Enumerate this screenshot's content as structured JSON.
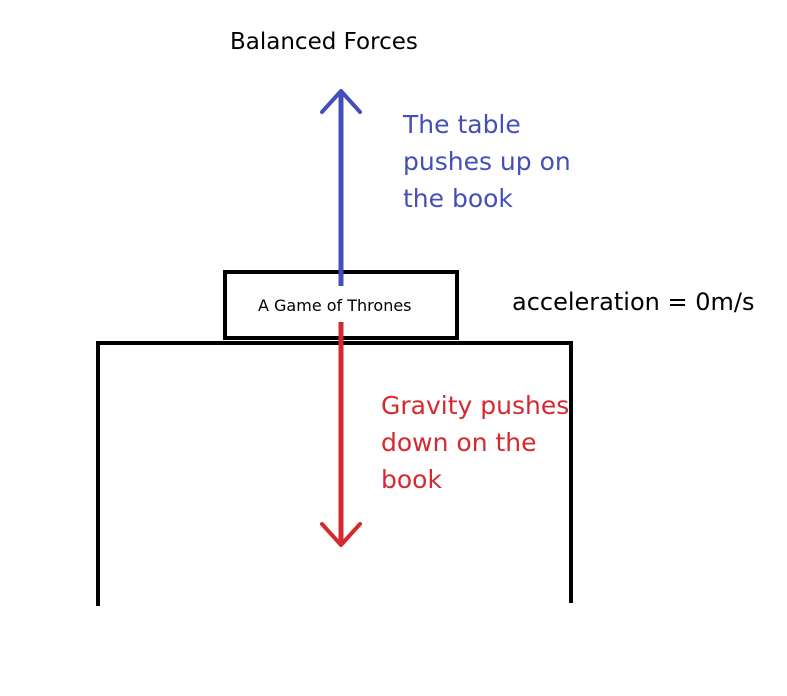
{
  "diagram": {
    "title": "Balanced Forces",
    "book_title": "A Game of Thrones",
    "acceleration_label": "acceleration = 0m/s",
    "up_force": {
      "lines": [
        "The table",
        "pushes up on",
        "the book"
      ],
      "color": "#4450b8"
    },
    "down_force": {
      "lines": [
        "Gravity pushes",
        "down on the",
        "book"
      ],
      "color": "#d42a2f"
    },
    "outline_color": "#000000"
  }
}
